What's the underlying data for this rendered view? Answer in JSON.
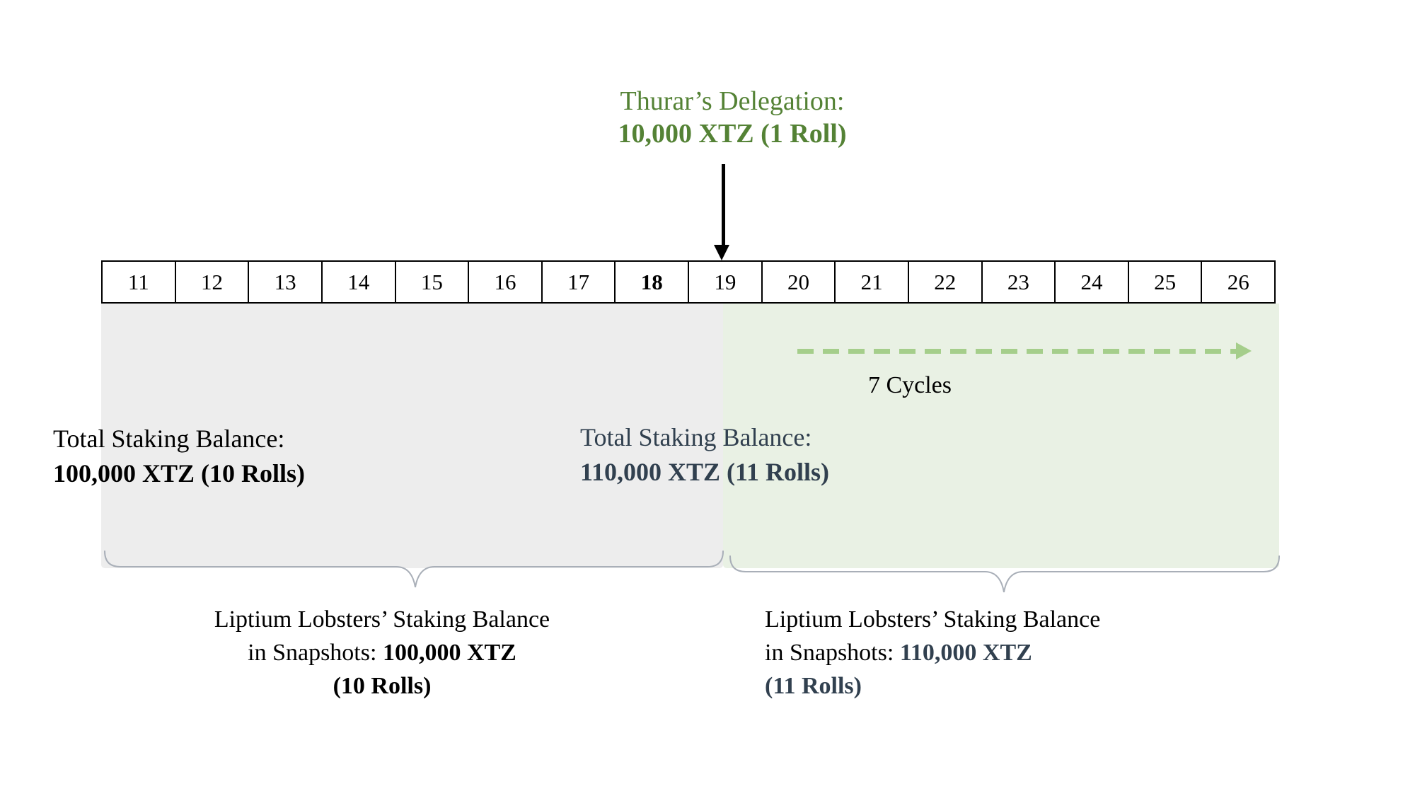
{
  "delegation": {
    "line1": "Thurar’s Delegation:",
    "line2": "10,000 XTZ (1 Roll)"
  },
  "timeline": {
    "cycles": [
      "11",
      "12",
      "13",
      "14",
      "15",
      "16",
      "17",
      "18",
      "19",
      "20",
      "21",
      "22",
      "23",
      "24",
      "25",
      "26"
    ],
    "bold_cycles": [
      "18"
    ]
  },
  "balances": {
    "left": {
      "line1": "Total Staking Balance:",
      "line2": "100,000 XTZ (10 Rolls)"
    },
    "right": {
      "line1": "Total Staking Balance:",
      "line2": "110,000 XTZ (11 Rolls)"
    }
  },
  "cycles_arrow": {
    "label": "7 Cycles"
  },
  "snapshots": {
    "left": {
      "line1": "Liptium Lobsters’ Staking Balance",
      "line2_prefix": "in Snapshots: ",
      "line2_value": "100,000 XTZ",
      "line3": "(10 Rolls)"
    },
    "right": {
      "line1": "Liptium Lobsters’ Staking Balance",
      "line2_prefix": "in Snapshots: ",
      "line2_value": "110,000 XTZ",
      "line3": "(11 Rolls)"
    }
  },
  "colors": {
    "accent_green": "#548235",
    "dash_green": "#A5CE8B",
    "green_fill": "#E9F1E4",
    "gray_fill": "#EDEDED",
    "navy": "#31404F",
    "brace_gray": "#A9AFB8"
  }
}
